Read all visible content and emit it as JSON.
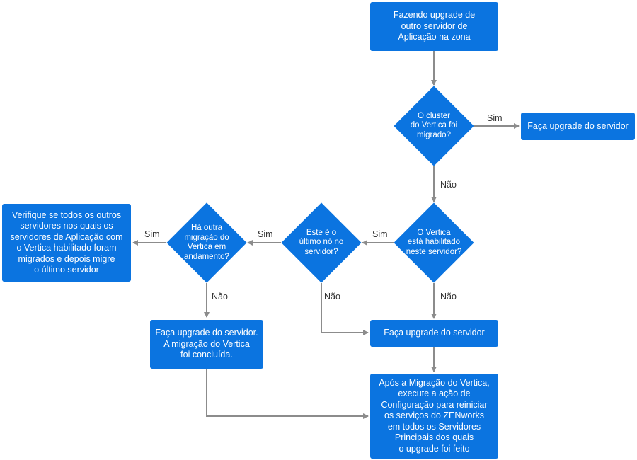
{
  "colors": {
    "node_fill": "#0B74E0",
    "connector": "#8C8C8C",
    "edge_text": "#333333"
  },
  "nodes": {
    "start": "Fazendo upgrade de\noutro servidor de\nAplicação na zona",
    "q_cluster_migrated": "O cluster\ndo Vertica foi\nmigrado?",
    "upgrade_server_top": "Faça upgrade do servidor",
    "q_vertica_enabled": "O Vertica\nestá habilitado\nneste servidor?",
    "q_last_node": "Este é o\núltimo nó no\nservidor?",
    "q_other_migration": "Há outra\nmigração do\nVertica em\nandamento?",
    "verify_servers": "Verifique se todos os outros\nservidores nos quais os\nservidores de Aplicação com\no Vertica habilitado foram\nmigrados e depois migre\no último servidor",
    "upgrade_server_middle": "Faça upgrade do servidor",
    "upgrade_server_migration_done": "Faça upgrade do servidor.\nA migração do Vertica\nfoi concluída.",
    "after_migration": "Após a Migração do Vertica,\nexecute a ação de\nConfiguração para reiniciar\nos serviços do ZENworks\nem todos os Servidores\nPrincipais dos quais\no upgrade foi feito"
  },
  "edges": {
    "cluster_yes": "Sim",
    "cluster_no": "Não",
    "enabled_yes": "Sim",
    "enabled_no": "Não",
    "last_node_yes": "Sim",
    "last_node_no": "Não",
    "other_migration_yes": "Sim",
    "other_migration_no": "Não"
  }
}
